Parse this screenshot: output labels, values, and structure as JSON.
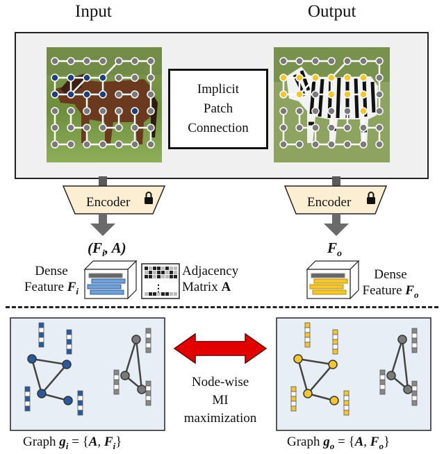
{
  "headers": {
    "input": "Input",
    "output": "Output"
  },
  "center_box": {
    "line1": "Implicit",
    "line2": "Patch",
    "line3": "Connection"
  },
  "encoders": {
    "left": "Encoder",
    "right": "Encoder"
  },
  "tuple_label": {
    "main": "(F",
    "sub": "i",
    "rest": ", A)"
  },
  "fo_label": {
    "main": "F",
    "sub": "o"
  },
  "dense_left": {
    "line1": "Dense",
    "line2": "Feature",
    "sym": "F",
    "sub": "i"
  },
  "adjacency": {
    "line1": "Adjacency",
    "line2": "Matrix",
    "sym": "A"
  },
  "dense_right": {
    "line1": "Dense",
    "line2": "Feature",
    "sym": "F",
    "sub": "o"
  },
  "mi_text": {
    "line1": "Node-wise",
    "line2": "MI",
    "line3": "maximization"
  },
  "graph_left": {
    "prefix": "Graph",
    "sym": "g",
    "sub": "i",
    "eq": " = {",
    "a": "A",
    "comma": ", ",
    "f": "F",
    "fsub": "i",
    "close": "}"
  },
  "graph_right": {
    "prefix": "Graph",
    "sym": "g",
    "sub": "o",
    "eq": " = {",
    "a": "A",
    "comma": ", ",
    "f": "F",
    "fsub": "o",
    "close": "}"
  },
  "colors": {
    "blue_node": "#1f3f7a",
    "yellow_node": "#f3c631",
    "gray_node": "#7a7a7a",
    "panel_bg": "#e8eef6",
    "frame_bg": "#f0f0f0",
    "encoder_fill": "#fbeed2",
    "arrow_red": "#e30000"
  }
}
